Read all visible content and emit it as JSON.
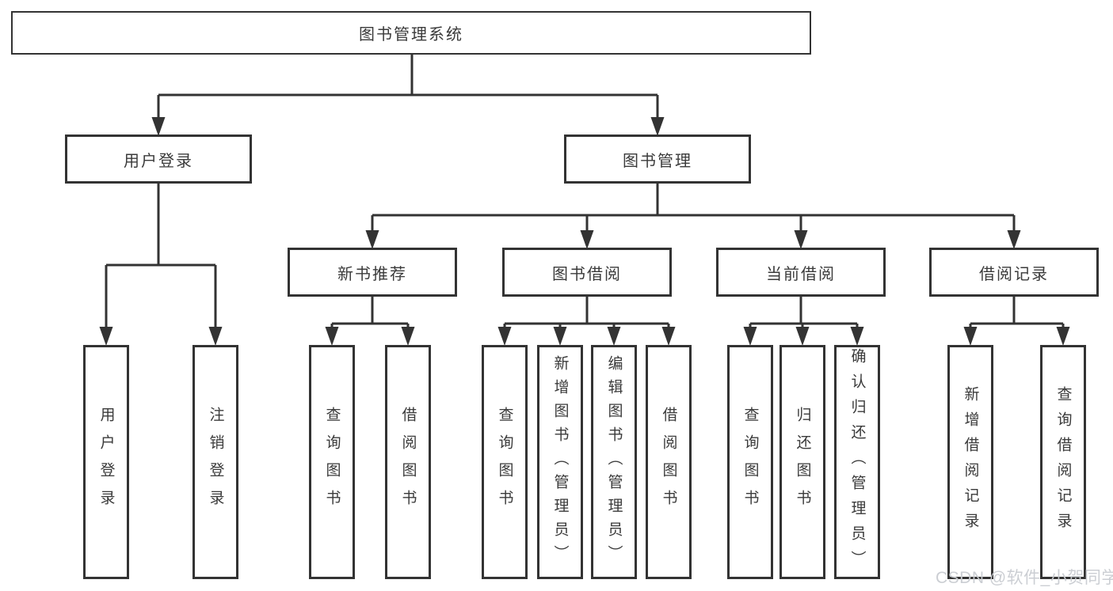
{
  "watermark": "CSDN @软件_小贺同学",
  "colors": {
    "line": "#333333",
    "box_border": "#333333",
    "text": "#3a3a3a",
    "watermark": "#c9ccd1",
    "background": "#ffffff"
  },
  "tree": {
    "label": "图书管理系统",
    "children": [
      {
        "label": "用户登录",
        "children": [
          {
            "label": "用户登录"
          },
          {
            "label": "注销登录"
          }
        ]
      },
      {
        "label": "图书管理",
        "children": [
          {
            "label": "新书推荐",
            "children": [
              {
                "label": "查询图书"
              },
              {
                "label": "借阅图书"
              }
            ]
          },
          {
            "label": "图书借阅",
            "children": [
              {
                "label": "查询图书"
              },
              {
                "label": "新增图书（管理员）"
              },
              {
                "label": "编辑图书（管理员）"
              },
              {
                "label": "借阅图书"
              }
            ]
          },
          {
            "label": "当前借阅",
            "children": [
              {
                "label": "查询图书"
              },
              {
                "label": "归还图书"
              },
              {
                "label": "确认归还（管理员）"
              }
            ]
          },
          {
            "label": "借阅记录",
            "children": [
              {
                "label": "新增借阅记录"
              },
              {
                "label": "查询借阅记录"
              }
            ]
          }
        ]
      }
    ]
  }
}
